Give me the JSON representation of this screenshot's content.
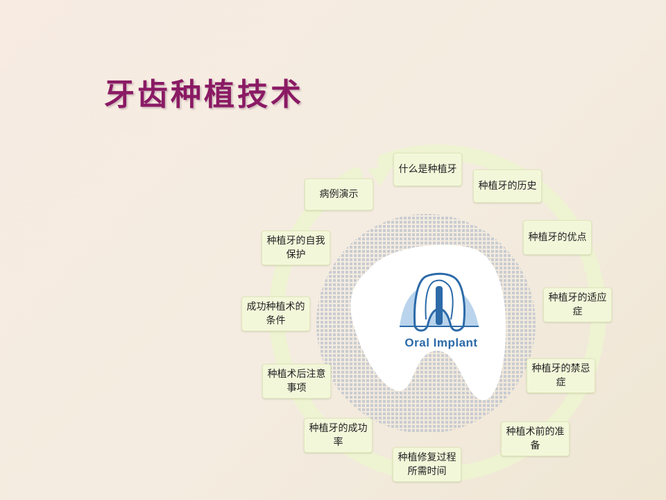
{
  "title": "牙齿种植技术",
  "logo_text": "Oral Implant",
  "items": [
    "什么是种植牙",
    "种植牙的历史",
    "种植牙的优点",
    "种植牙的适应症",
    "种植牙的禁忌症",
    "种植术前的准备",
    "种植修复过程所需时间",
    "种植牙的成功率",
    "种植术后注意事项",
    "成功种植术的条件",
    "种植牙的自我保护",
    "病例演示"
  ],
  "colors": {
    "title": "#8a1a64",
    "node_fill": "#f3f7da",
    "cycle_ring": "#eef3d2",
    "logo": "#2c6aa8"
  }
}
